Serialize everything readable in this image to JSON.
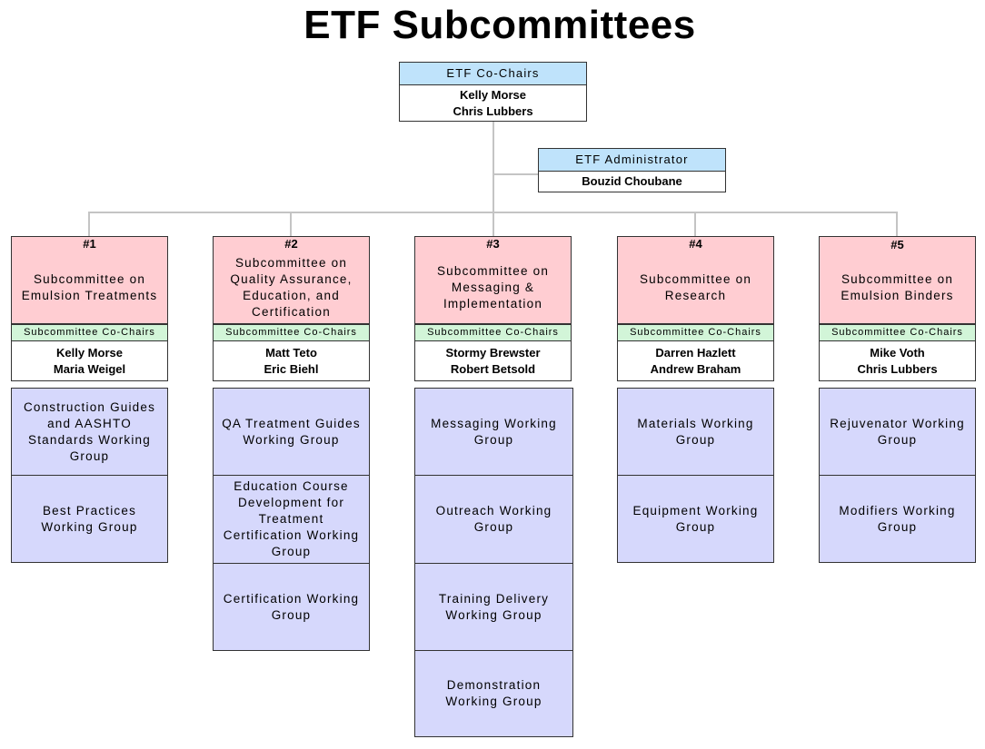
{
  "title": "ETF Subcommittees",
  "cochairs": {
    "label": "ETF Co-Chairs",
    "names": [
      "Kelly Morse",
      "Chris Lubbers"
    ]
  },
  "administrator": {
    "label": "ETF Administrator",
    "name": "Bouzid Choubane"
  },
  "cochairs_label": "Subcommittee Co-Chairs",
  "subcommittees": [
    {
      "number": "#1",
      "name": "Subcommittee on Emulsion Treatments",
      "cochairs": [
        "Kelly Morse",
        "Maria Weigel"
      ],
      "groups": [
        "Construction Guides and AASHTO Standards Working Group",
        "Best Practices Working Group"
      ]
    },
    {
      "number": "#2",
      "name": "Subcommittee on Quality Assurance, Education, and Certification",
      "cochairs": [
        "Matt Teto",
        "Eric Biehl"
      ],
      "groups": [
        "QA Treatment Guides Working Group",
        "Education Course Development for Treatment Certification Working Group",
        "Certification Working Group"
      ]
    },
    {
      "number": "#3",
      "name": "Subcommittee on Messaging & Implementation",
      "cochairs": [
        "Stormy Brewster",
        "Robert Betsold"
      ],
      "groups": [
        "Messaging Working Group",
        "Outreach Working Group",
        "Training Delivery Working Group",
        "Demonstration Working Group"
      ]
    },
    {
      "number": "#4",
      "name": "Subcommittee on Research",
      "cochairs": [
        "Darren Hazlett",
        "Andrew Braham"
      ],
      "groups": [
        "Materials Working Group",
        "Equipment Working Group"
      ]
    },
    {
      "number": "#5",
      "name": "Subcommittee on Emulsion Binders",
      "cochairs": [
        "Mike Voth",
        "Chris Lubbers"
      ],
      "groups": [
        "Rejuvenator Working Group",
        "Modifiers Working Group"
      ]
    }
  ]
}
